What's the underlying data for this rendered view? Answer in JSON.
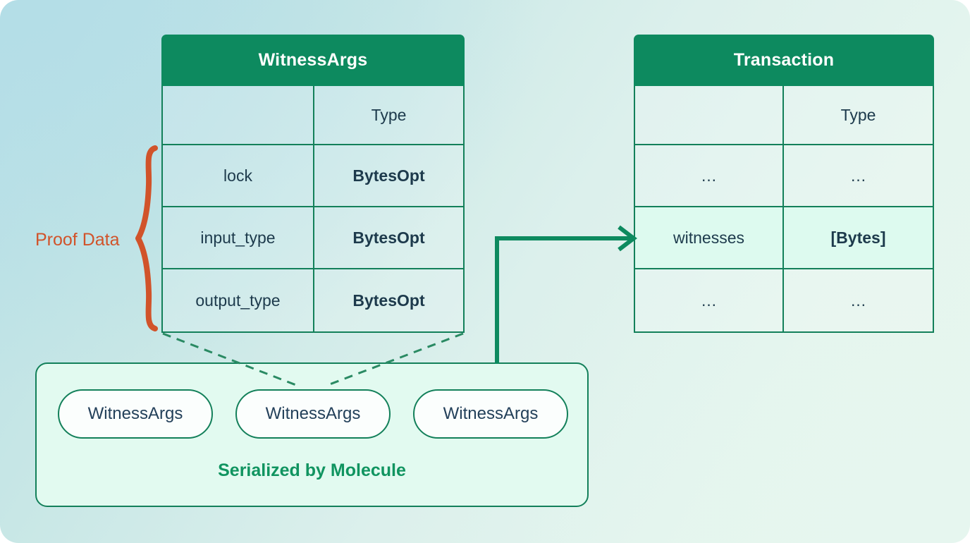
{
  "diagram": {
    "title_left": "WitnessArgs",
    "title_right": "Transaction",
    "colors": {
      "header_green": "#0d8a5f",
      "border_green": "#13805a",
      "accent_orange": "#d1532a",
      "caption_green": "#109460",
      "text_navy": "#1d3a4c",
      "highlight_row": "#ddfaef",
      "panel_fill": "#e2faf0"
    }
  },
  "witness_args_table": {
    "header": "WitnessArgs",
    "columns": [
      "",
      "Type"
    ],
    "rows": [
      {
        "name": "lock",
        "type": "BytesOpt"
      },
      {
        "name": "input_type",
        "type": "BytesOpt"
      },
      {
        "name": "output_type",
        "type": "BytesOpt"
      }
    ]
  },
  "transaction_table": {
    "header": "Transaction",
    "columns": [
      "",
      "Type"
    ],
    "rows": [
      {
        "name": "…",
        "type": "…",
        "highlight": false
      },
      {
        "name": "witnesses",
        "type": "[Bytes]",
        "highlight": true
      },
      {
        "name": "…",
        "type": "…",
        "highlight": false
      }
    ]
  },
  "annotation": {
    "brace_label": "Proof Data"
  },
  "serialized_panel": {
    "caption": "Serialized by Molecule",
    "items": [
      "WitnessArgs",
      "WitnessArgs",
      "WitnessArgs"
    ]
  }
}
